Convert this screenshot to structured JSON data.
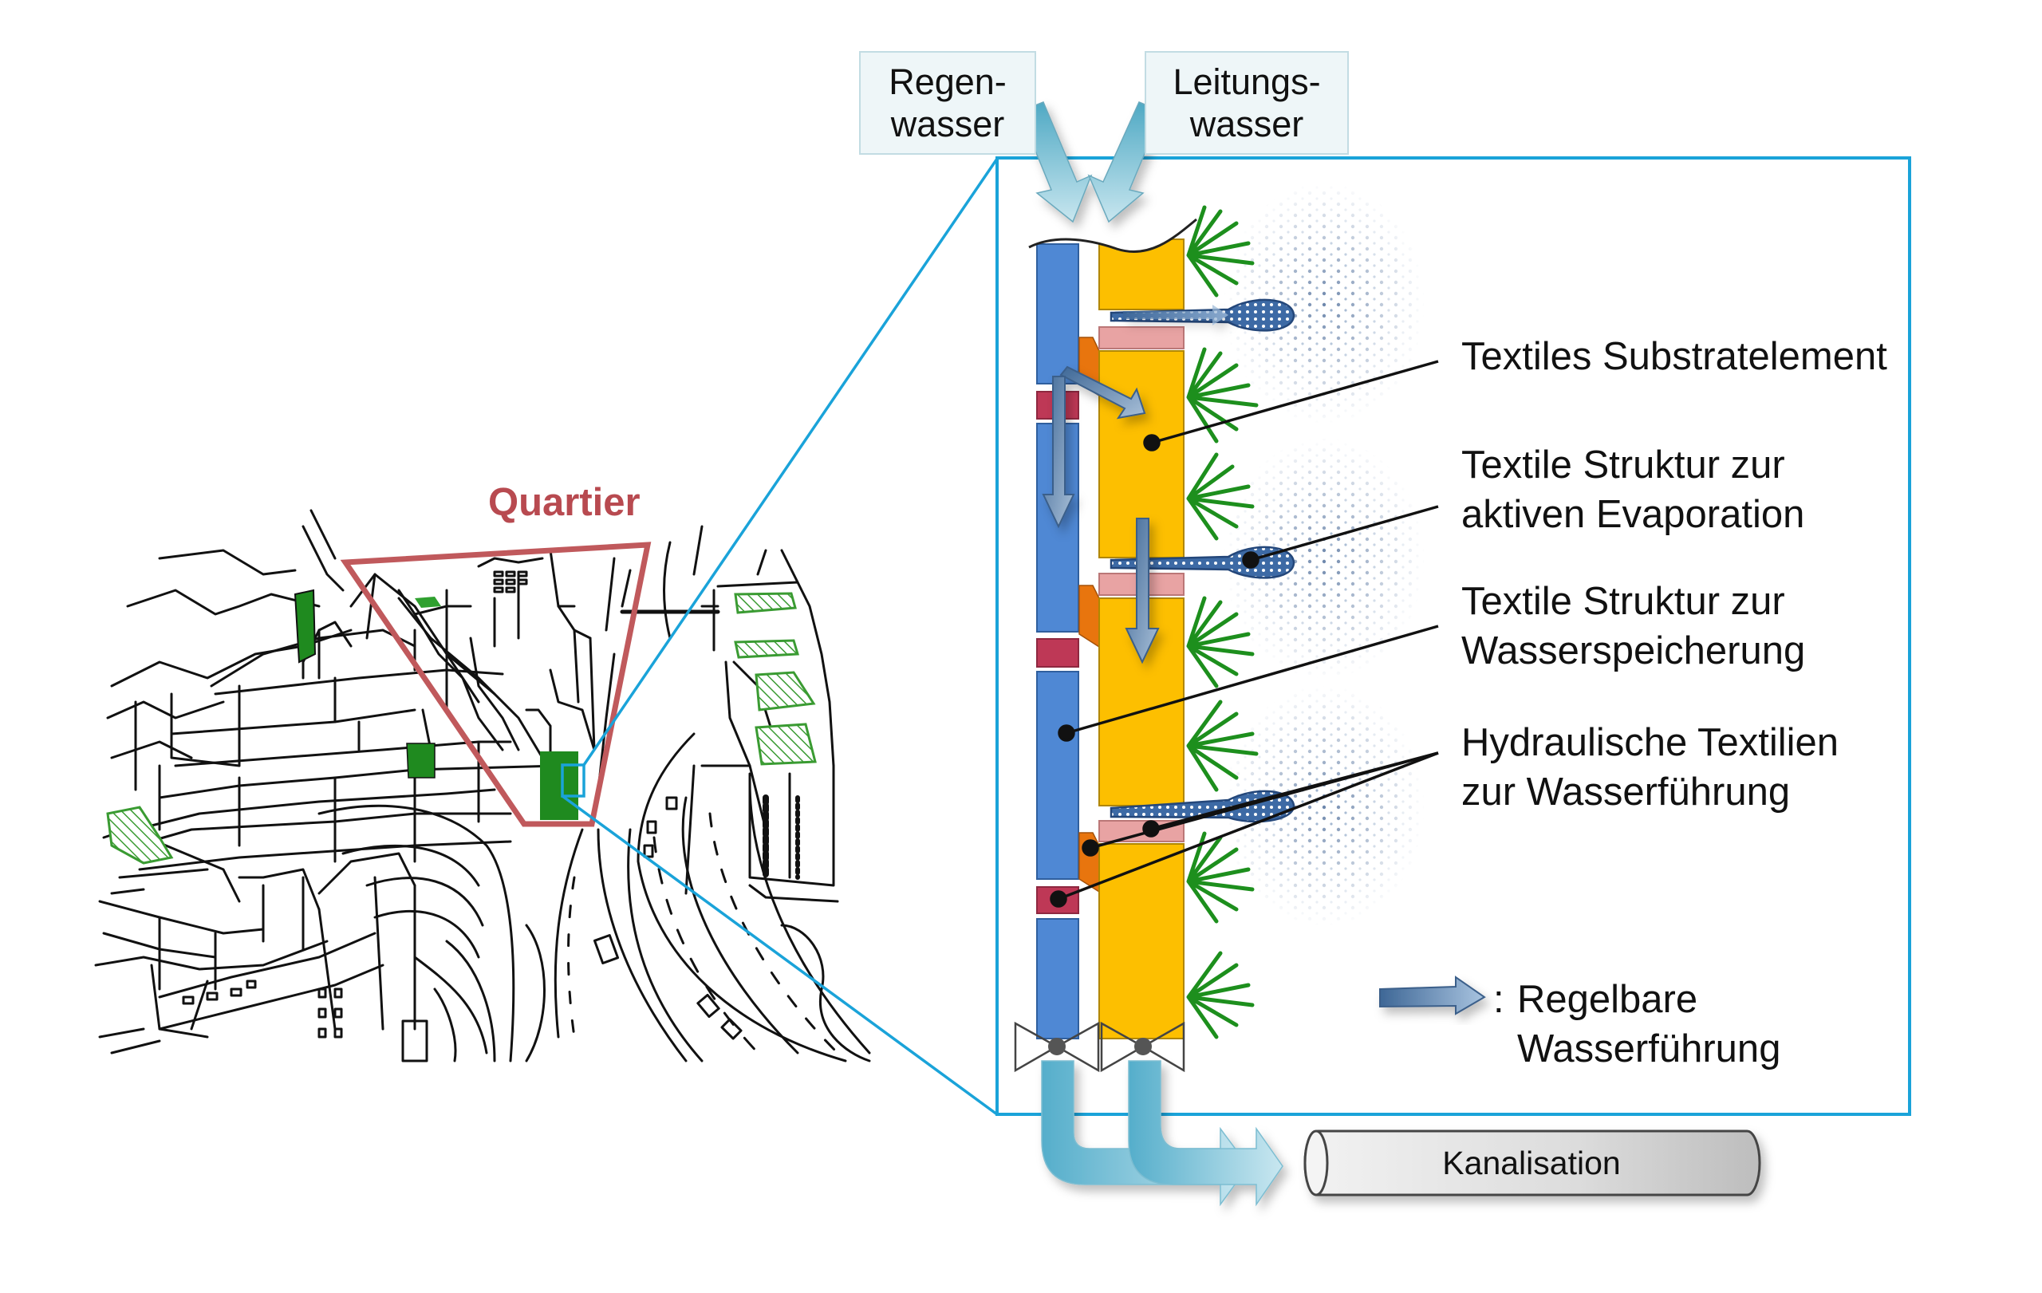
{
  "sources": {
    "rain": {
      "line1": "Regen-",
      "line2": "wasser"
    },
    "tap": {
      "line1": "Leitungs-",
      "line2": "wasser"
    }
  },
  "district_label": "Quartier",
  "components": [
    {
      "id": "substrate",
      "line1": "Textiles Substratelement",
      "line2": ""
    },
    {
      "id": "evaporation",
      "line1": "Textile Struktur zur",
      "line2": "aktiven Evaporation"
    },
    {
      "id": "storage",
      "line1": "Textile Struktur zur",
      "line2": "Wasserspeicherung"
    },
    {
      "id": "hydraulic",
      "line1": "Hydraulische Textilien",
      "line2": "zur Wasserführung"
    }
  ],
  "legend": {
    "icon": "controllable-flow-arrow-icon",
    "separator": ":",
    "line1": "Regelbare",
    "line2": "Wasserführung"
  },
  "sewer_label": "Kanalisation",
  "colors": {
    "frame": "#1aa3d9",
    "district_outline": "#c0595c",
    "blue_column": "#4f88d4",
    "yellow_substrate": "#fdbf00",
    "storage_red": "#be3856",
    "pink_textile": "#e8a3a3",
    "orange_connector": "#e8750e",
    "plant_green": "#1d8f1d",
    "roof_green": "#2f9b2f",
    "water_arrow": "#5fb3cc",
    "evaporation_drop": "#3b6aa8",
    "pipe_grey": "#d9d9d9"
  }
}
